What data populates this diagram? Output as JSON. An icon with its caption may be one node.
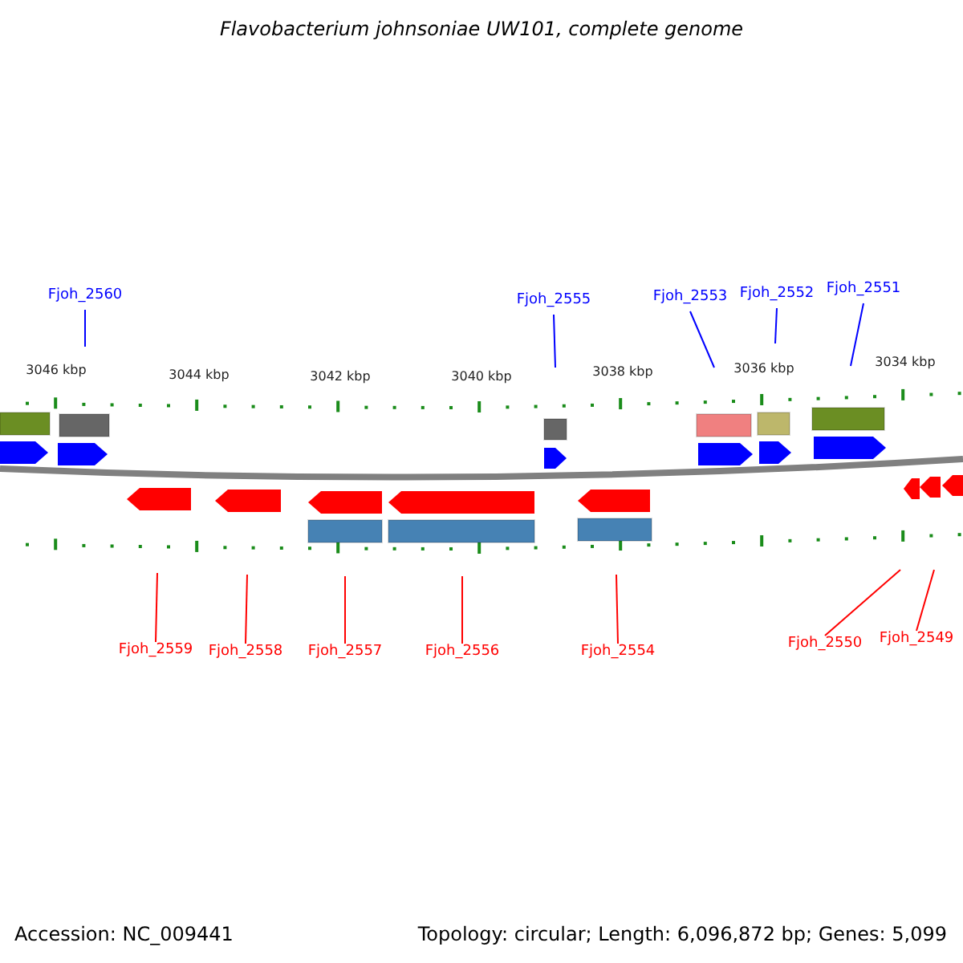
{
  "diagram": {
    "title": "Flavobacterium johnsoniae UW101, complete genome",
    "nodes": [
      {
        "text": [
          "Fjoh_2560"
        ]
      },
      {
        "text": [
          "Fjoh_2555"
        ]
      },
      {
        "text": [
          "Fjoh_2553"
        ]
      },
      {
        "text": [
          "Fjoh_2552"
        ]
      },
      {
        "text": [
          "Fjoh_2551"
        ]
      },
      {
        "text": [
          "Fjoh_2559"
        ]
      },
      {
        "text": [
          "Fjoh_2558"
        ]
      },
      {
        "text": [
          "Fjoh_2557"
        ]
      },
      {
        "text": [
          "Fjoh_2556"
        ]
      },
      {
        "text": [
          "Fjoh_2554"
        ]
      },
      {
        "text": [
          "Fjoh_2550"
        ]
      },
      {
        "text": [
          "Fjoh_2549"
        ]
      }
    ],
    "edges": [
      {
        "from": 0,
        "to": null,
        "arrow": "none",
        "color": "#0000ff"
      },
      {
        "from": 1,
        "to": null,
        "arrow": "none",
        "color": "#0000ff"
      },
      {
        "from": 2,
        "to": null,
        "arrow": "none",
        "color": "#0000ff"
      },
      {
        "from": 3,
        "to": null,
        "arrow": "none",
        "color": "#0000ff"
      },
      {
        "from": 4,
        "to": null,
        "arrow": "none",
        "color": "#0000ff"
      },
      {
        "from": 5,
        "to": null,
        "arrow": "none"
      },
      {
        "from": 6,
        "to": null,
        "arrow": "none"
      },
      {
        "from": 7,
        "to": null,
        "arrow": "none"
      },
      {
        "from": 8,
        "to": null,
        "arrow": "none"
      },
      {
        "from": 9,
        "to": null,
        "arrow": "none"
      },
      {
        "from": 10,
        "to": null,
        "arrow": "none"
      },
      {
        "from": 11,
        "to": null,
        "arrow": "none"
      }
    ],
    "labels": [
      "3046 kbp",
      "3044 kbp",
      "3042 kbp",
      "3040 kbp",
      "3038 kbp",
      "3036 kbp",
      "3034 kbp",
      "Accession: NC_009441",
      "Topology: circular; Length: 6,096,872 bp; Genes: 5,099"
    ]
  }
}
